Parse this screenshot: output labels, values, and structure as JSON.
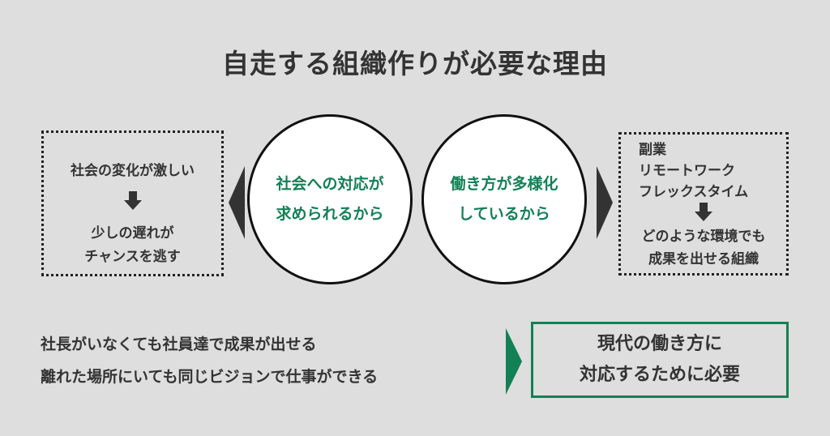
{
  "title": "自走する組織作りが必要な理由",
  "left_box": {
    "top_text": "社会の変化が激しい",
    "arrow_icon": "down-arrow-icon",
    "bottom_lines": [
      "少しの遅れが",
      "チャンスを逃す"
    ]
  },
  "circle_left": {
    "lines": [
      "社会への対応が",
      "求められるから"
    ]
  },
  "circle_right": {
    "lines": [
      "働き方が多様化",
      "しているから"
    ]
  },
  "right_box": {
    "items": [
      "副業",
      "リモートワーク",
      "フレックスタイム"
    ],
    "arrow_icon": "down-arrow-icon",
    "bottom_lines": [
      "どのような環境でも",
      "成果を出せる組織"
    ]
  },
  "bottom": {
    "lines": [
      "社長がいなくても社員達で成果が出せる",
      "離れた場所にいても同じビジョンで仕事ができる"
    ],
    "conclusion_lines": [
      "現代の働き方に",
      "対応するために必要"
    ]
  },
  "colors": {
    "background": "#dedede",
    "accent_green": "#138056",
    "text_dark": "#333333",
    "arrow_dark": "#333333"
  }
}
